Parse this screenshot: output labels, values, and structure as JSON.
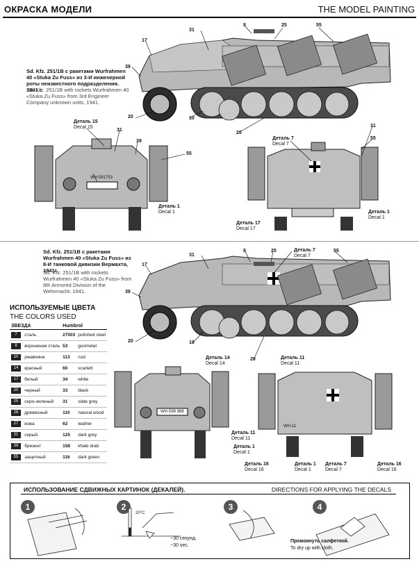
{
  "header": {
    "title_ru": "ОКРАСКА МОДЕЛИ",
    "title_en": "THE MODEL PAINTING"
  },
  "section1": {
    "title_ru": "Sd. Kfz. 251/1B с ракетами Wurfrahmen 40 «Stuka Zu Fuss» из 3-И инженерной роты неизвестного подразделения. 1941 г.",
    "title_en": "Sd. Kfz. 251/1B with rockets Wurfrahmen 40 «Stuka Zu Fuss» from 3rd Engineer Company unknown units, 1941.",
    "plate": "WH-581753",
    "callouts": {
      "c31": "31",
      "c8": "8",
      "c25": "25",
      "c55": "55",
      "c17": "17",
      "c39": "39",
      "c20": "20",
      "c10": "10",
      "c20b": "20",
      "c31b": "31",
      "c39b": "39",
      "c55b": "55",
      "c31c": "31",
      "c55c": "55"
    },
    "decals": {
      "d15_ru": "Деталь 15",
      "d15_en": "Decal 15",
      "d1_ru": "Деталь 1",
      "d1_en": "Decal 1",
      "d7_ru": "Деталь 7",
      "d7_en": "Decal 7",
      "d17_ru": "Деталь 17",
      "d17_en": "Decal 17",
      "d1b_ru": "Деталь 1",
      "d1b_en": "Decal 1"
    }
  },
  "section2": {
    "title_ru": "Sd. Kfz. 251/1B с ракетами Wurfrahmen 40 «Stuka Zu Fuss» из 8-И танковой дивизии Вермахта, 1941г.",
    "title_en": "Sd. Kfz. 251/1B with rockets Wurfrahmen 40 «Stuka Zu Fuss» from 8th Armored Division of the Wehrmacht, 1941.",
    "plate": "WH-599 988",
    "rear_marks": "WH-11",
    "callouts": {
      "c31": "31",
      "c8": "8",
      "c25": "25",
      "c55": "55",
      "c17": "17",
      "c39": "39",
      "c20": "20",
      "c10": "10",
      "c20b": "20"
    },
    "decals": {
      "d7_ru": "Деталь 7",
      "d7_en": "Decal 7",
      "d14_ru": "Деталь 14",
      "d14_en": "Decal 14",
      "d11_ru": "Деталь 11",
      "d11_en": "Decal 11",
      "d11b_ru": "Деталь 11",
      "d11b_en": "Decal 11",
      "d1_ru": "Деталь 1",
      "d1_en": "Decal 1",
      "d16_ru": "Деталь 16",
      "d16_en": "Decal 16",
      "d1b_ru": "Деталь 1",
      "d1b_en": "Decal 1",
      "d7b_ru": "Деталь 7",
      "d7b_en": "Decal 7",
      "d16b_ru": "Деталь 16",
      "d16b_en": "Decal 16"
    }
  },
  "colors": {
    "title_ru": "ИСПОЛЬЗУЕМЫЕ ЦВЕТА",
    "title_en": "THE COLORS USED",
    "col1": "ЗВЕЗДА",
    "col2": "Humbrol",
    "rows": [
      {
        "n": "7",
        "ru": "сталь",
        "h": "27003",
        "en": "polished steel",
        "fill": "#6d6d6d"
      },
      {
        "n": "8",
        "ru": "вороненая сталь",
        "h": "53",
        "en": "gunmetal",
        "fill": "#444"
      },
      {
        "n": "10",
        "ru": "ржавчина",
        "h": "113",
        "en": "rust",
        "fill": "#555"
      },
      {
        "n": "14",
        "ru": "красный",
        "h": "60",
        "en": "scarlett",
        "fill": "#555"
      },
      {
        "n": "17",
        "ru": "белый",
        "h": "34",
        "en": "white",
        "fill": "#555"
      },
      {
        "n": "20",
        "ru": "черный",
        "h": "33",
        "en": "black",
        "fill": "#222"
      },
      {
        "n": "25",
        "ru": "серо-зеленый",
        "h": "31",
        "en": "slate grey",
        "fill": "#555"
      },
      {
        "n": "26",
        "ru": "древесный",
        "h": "110",
        "en": "natural wood",
        "fill": "#555"
      },
      {
        "n": "27",
        "ru": "кожа",
        "h": "62",
        "en": "leather",
        "fill": "#555"
      },
      {
        "n": "31",
        "ru": "серый",
        "h": "125",
        "en": "dark grey",
        "fill": "#555"
      },
      {
        "n": "39",
        "ru": "брезент",
        "h": "158",
        "en": "khaki drab",
        "fill": "#555"
      },
      {
        "n": "55",
        "ru": "защитный",
        "h": "116",
        "en": "dark green",
        "fill": "#555"
      }
    ]
  },
  "decal_instructions": {
    "title_ru": "ИСПОЛЬЗОВАНИЕ СДВИЖНЫХ КАРТИНОК (ДЕКАЛЕЙ).",
    "title_en": "DIRECTIONS FOR APPLYING THE DECALS",
    "steps": [
      "1",
      "2",
      "3",
      "4"
    ],
    "temp": "20°C",
    "time_ru": "~30 секунд.",
    "time_en": "~30 sec.",
    "dry_ru": "Промокнуть салфеткой.",
    "dry_en": "To dry up with cloth."
  }
}
